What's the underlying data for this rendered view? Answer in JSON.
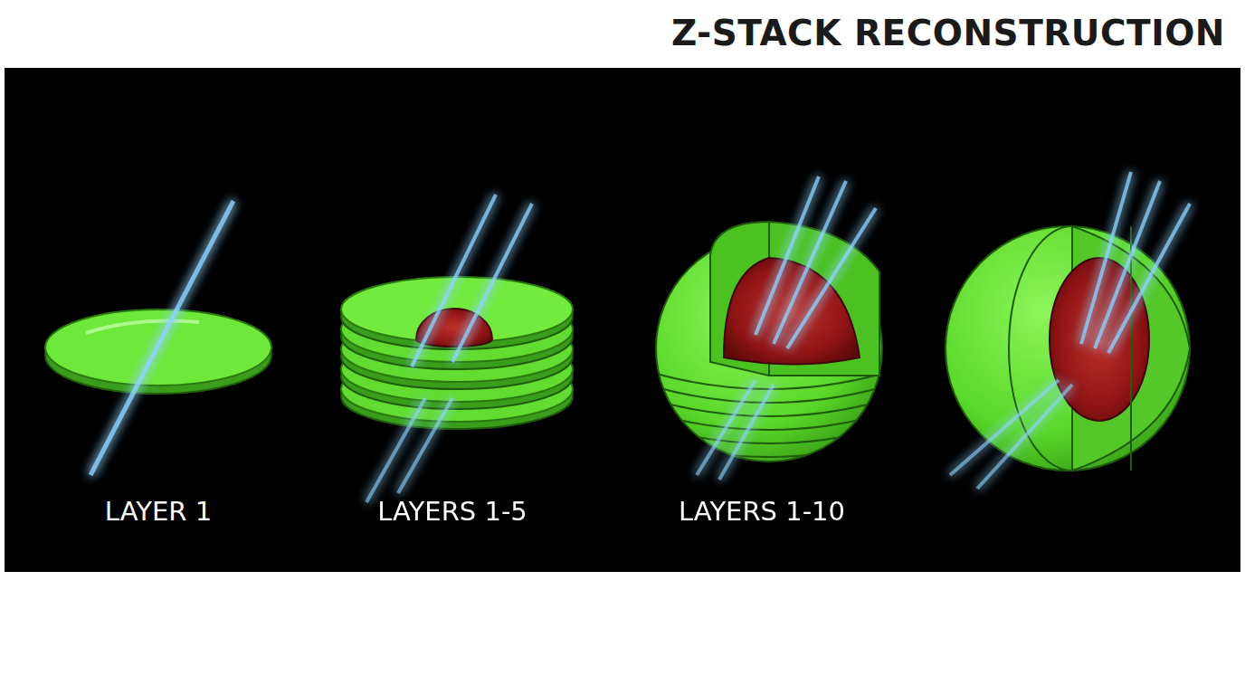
{
  "diagram": {
    "title": "Z-STACK RECONSTRUCTION",
    "labels": [
      "LAYER 1",
      "LAYERS 1-5",
      "LAYERS 1-10"
    ]
  }
}
